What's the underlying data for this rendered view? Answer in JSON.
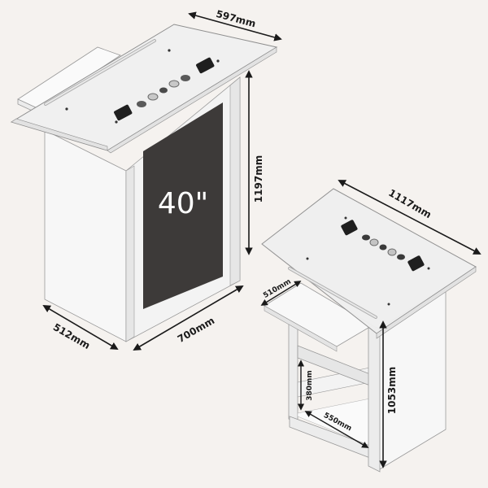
{
  "colors": {
    "background": "#f5f2ef",
    "panel": "#f8f8f8",
    "panel_side": "#ebebeb",
    "edge": "#9a9a9a",
    "glass": "#f1f1f1",
    "screen": "#3d3a39",
    "dimension_line": "#1a1a1a"
  },
  "left_podium": {
    "screen_size_label": "40\"",
    "dimensions": {
      "top_width": "597mm",
      "height": "1197mm",
      "depth": "512mm",
      "front_width": "700mm"
    },
    "top_panel": {
      "sockets": 2,
      "buttons": 5
    }
  },
  "right_podium": {
    "dimensions": {
      "top_length": "1117mm",
      "shelf_depth": "510mm",
      "height": "1053mm",
      "inner_height": "380mm",
      "inner_width": "550mm"
    },
    "top_panel": {
      "sockets": 2,
      "buttons": 5
    }
  }
}
